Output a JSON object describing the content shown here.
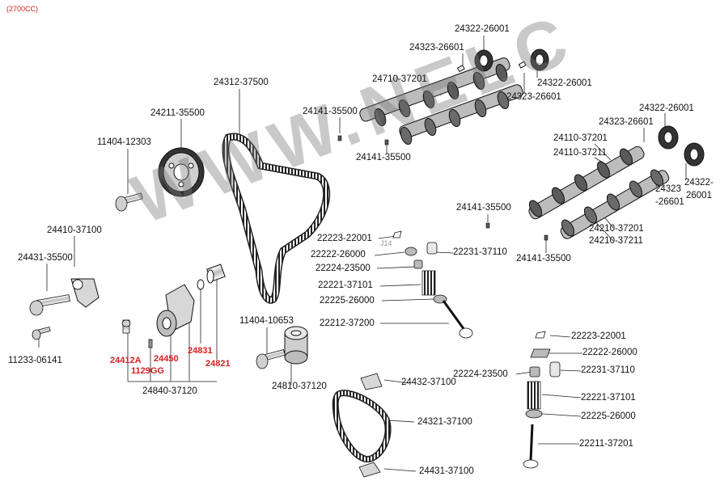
{
  "engine": "(2700CC)",
  "watermark": "WWW.NELC",
  "colors": {
    "accent_red": "#d42020",
    "ink": "#111111",
    "watermark": "#8a8a8a"
  },
  "parts": {
    "p24322_a": "24322-26001",
    "p24323_a": "24323-26601",
    "p24710": "24710-37201",
    "p24322_b": "24322-26001",
    "p24323_b": "24323-26601",
    "p24312": "24312-37500",
    "p24141_a": "24141-35500",
    "p24141_b": "24141-35500",
    "p24211": "24211-35500",
    "p11404_a": "11404-12303",
    "p24322_c": "24322-26001",
    "p24323_c": "24323-26601",
    "p24110_a": "24110-37201",
    "p24110_b": "24110-37211",
    "p24322_d1": "24322-",
    "p24322_d2": "26001",
    "p24323_d1": "24323",
    "p24323_d2": "-26601",
    "p24410": "24410-37100",
    "p24431_a": "24431-35500",
    "p24141_c": "24141-35500",
    "p24210_a": "24210-37201",
    "p24210_b": "24210-37211",
    "p24141_d": "24141-35500",
    "p22223_a": "22223-22001",
    "p22222_a": "22222-26000",
    "p22224_a": "22224-23500",
    "p22231_a": "22231-37110",
    "p22221_a": "22221-37101",
    "p22225_a": "22225-26000",
    "p22212": "22212-37200",
    "p11404_b": "11404-10653",
    "p11233": "11233-06141",
    "p24412A": "24412A",
    "p24450": "24450",
    "p24831": "24831",
    "p1129GG": "1129GG",
    "p24821": "24821",
    "p24840": "24840-37120",
    "p24810": "24810-37120",
    "p22223_b": "22223-22001",
    "p22222_b": "22222-26000",
    "p22224_b": "22224-23500",
    "p22231_b": "22231-37110",
    "p24432": "24432-37100",
    "p22221_b": "22221-37101",
    "p22225_b": "22225-26000",
    "p24321": "24321-37100",
    "p22211": "22211-37201",
    "p24431_b": "24431-37100"
  }
}
